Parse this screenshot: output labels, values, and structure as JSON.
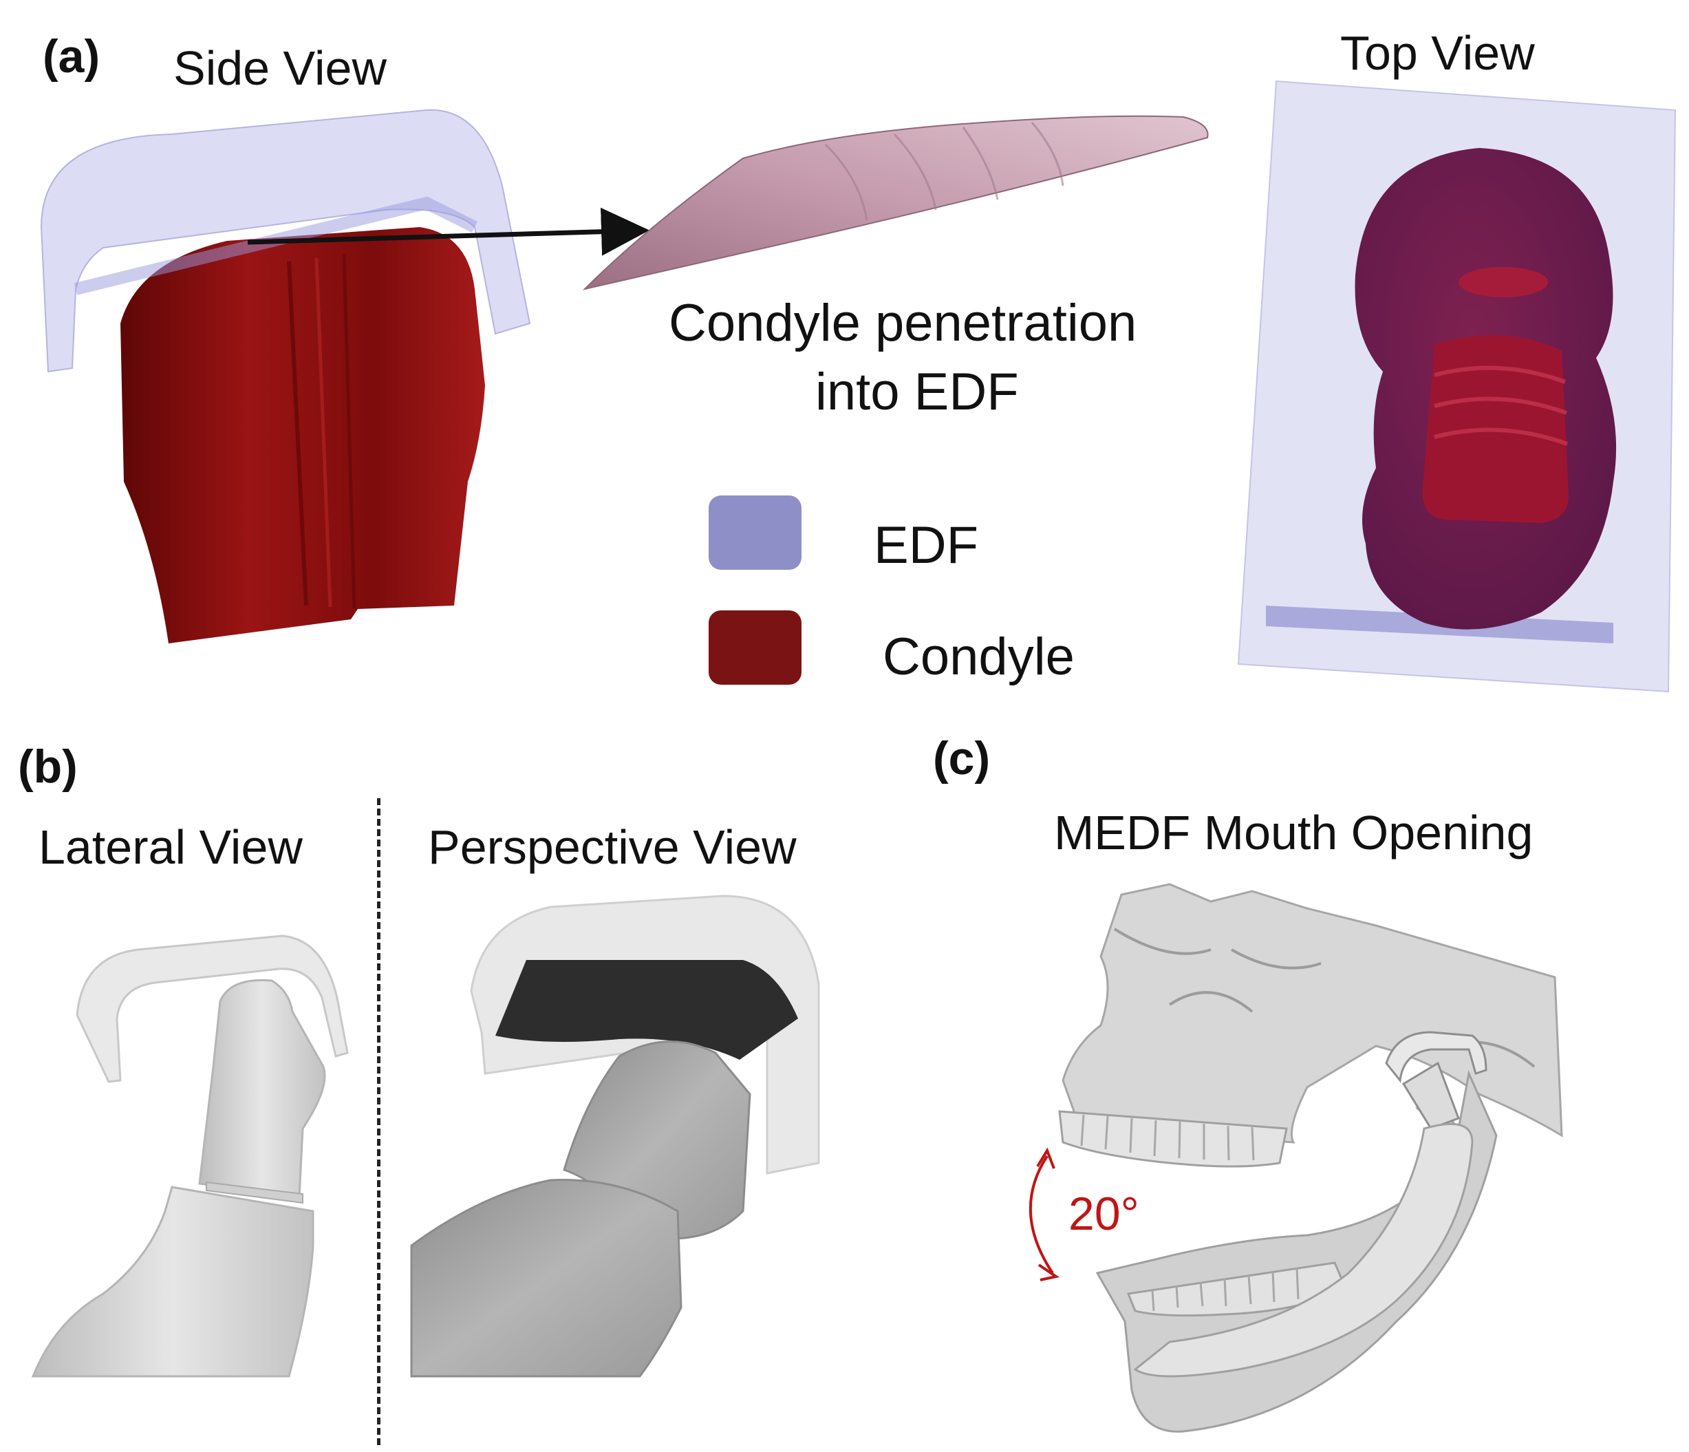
{
  "panels": {
    "a": {
      "tag": "(a)",
      "side_view_title": "Side View",
      "top_view_title": "Top View",
      "caption_line1": "Condyle penetration",
      "caption_line2": "into EDF",
      "legend": [
        {
          "label": "EDF",
          "color": "#8f8fc8"
        },
        {
          "label": "Condyle",
          "color": "#7a1414"
        }
      ]
    },
    "b": {
      "tag": "(b)",
      "lateral_view_title": "Lateral View",
      "perspective_view_title": "Perspective View"
    },
    "c": {
      "tag": "(c)",
      "title": "MEDF Mouth Opening",
      "angle_label": "20°"
    }
  },
  "colors": {
    "edf": "#c9c9f0",
    "condyle": "#8b0f0f",
    "penetration": "#b48a9c",
    "accent": "#c01515"
  }
}
